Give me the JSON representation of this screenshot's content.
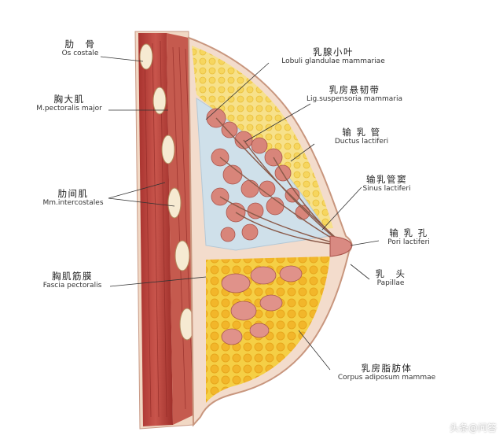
{
  "labels": {
    "costa": {
      "zh": "肋　骨",
      "la": "Os costale"
    },
    "pectoralis": {
      "zh": "胸大肌",
      "la": "M.pectoralis major"
    },
    "intercostal": {
      "zh": "肋间肌",
      "la": "Mm.intercostales"
    },
    "fascia": {
      "zh": "胸肌筋膜",
      "la": "Fascia pectoralis"
    },
    "lobuli": {
      "zh": "乳腺小叶",
      "la": "Lobuli glandulae mammariae"
    },
    "ligament": {
      "zh": "乳房悬韧带",
      "la": "Lig.suspensoria mammaria"
    },
    "ductus": {
      "zh": "输 乳 管",
      "la": "Ductus lactiferi"
    },
    "sinus": {
      "zh": "输乳管窦",
      "la": "Sinus lactiferi"
    },
    "pori": {
      "zh": "输 乳 孔",
      "la": "Pori lactiferi"
    },
    "papilla": {
      "zh": "乳　头",
      "la": "Papillae"
    },
    "adipose": {
      "zh": "乳房脂肪体",
      "la": "Corpus adiposum mammae"
    }
  },
  "watermark": "头条@问答",
  "colors": {
    "muscle": "#b8423c",
    "muscle_light": "#d98a78",
    "fat": "#f2c230",
    "gland": "#d9847a",
    "skin": "#f3d9c8",
    "lumen": "#c9dbe6",
    "areola": "#e8a8a0"
  }
}
